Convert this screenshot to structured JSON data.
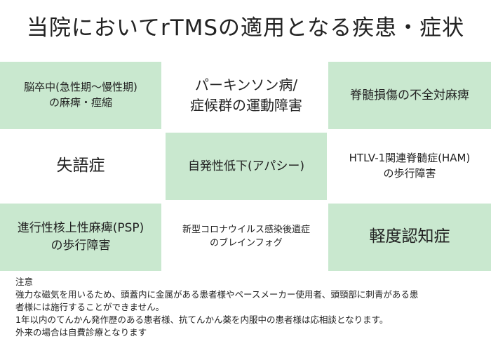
{
  "title": "当院においてrTMSの適用となる疾患・症状",
  "grid": {
    "cells": [
      {
        "line1": "脳卒中(急性期〜慢性期)",
        "line2": "の麻痺・痙縮"
      },
      {
        "line1": "パーキンソン病/",
        "line2": "症候群の運動障害"
      },
      {
        "line1": "脊髄損傷の不全対麻痺",
        "line2": ""
      },
      {
        "line1": "失語症",
        "line2": ""
      },
      {
        "line1": "自発性低下(アパシー)",
        "line2": ""
      },
      {
        "line1": "HTLV-1関連脊髄症(HAM)",
        "line2": "の歩行障害"
      },
      {
        "line1": "進行性核上性麻痺(PSP)",
        "line2": "の歩行障害"
      },
      {
        "line1": "新型コロナウイルス感染後遺症",
        "line2": "のブレインフォグ"
      },
      {
        "line1": "軽度認知症",
        "line2": ""
      }
    ]
  },
  "notes": {
    "heading": "注意",
    "line1": "強力な磁気を用いるため、頭蓋内に金属がある患者様やペースメーカー使用者、頭頸部に刺青がある患",
    "line2": "者様には施行することができません。",
    "line3": "1年以内のてんかん発作歴のある患者様、抗てんかん薬を内服中の患者様は応相談となります。",
    "line4": "外来の場合は自費診療となります"
  },
  "colors": {
    "cell_green": "#c9e8cf",
    "text": "#222222"
  }
}
